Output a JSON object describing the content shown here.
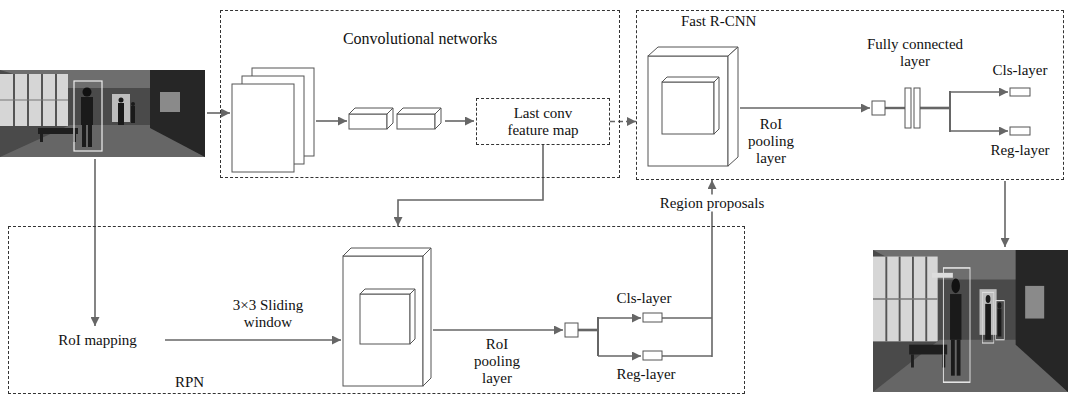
{
  "diagram": {
    "nodes": [
      {
        "text": [
          "Convolutional networks"
        ]
      },
      {
        "text": [
          "Last conv feature map"
        ],
        "in": 0
      },
      {
        "text": [
          "Fast R-CNN"
        ]
      },
      {
        "text": [
          "RPN"
        ]
      }
    ],
    "edges": [
      {
        "from": 1,
        "to": 2,
        "arrow": "to"
      },
      {
        "from": 1,
        "to": 3,
        "arrow": "to"
      },
      {
        "from": 3,
        "to": 2,
        "label": "Region proposals",
        "arrow": "to"
      }
    ],
    "labels": [
      "RoI pooling layer",
      "Fully connected layer",
      "Cls-layer",
      "Reg-layer",
      "RoI mapping",
      "3×3 Sliding window",
      "RoI pooling layer",
      "Cls-layer",
      "Reg-layer"
    ]
  }
}
